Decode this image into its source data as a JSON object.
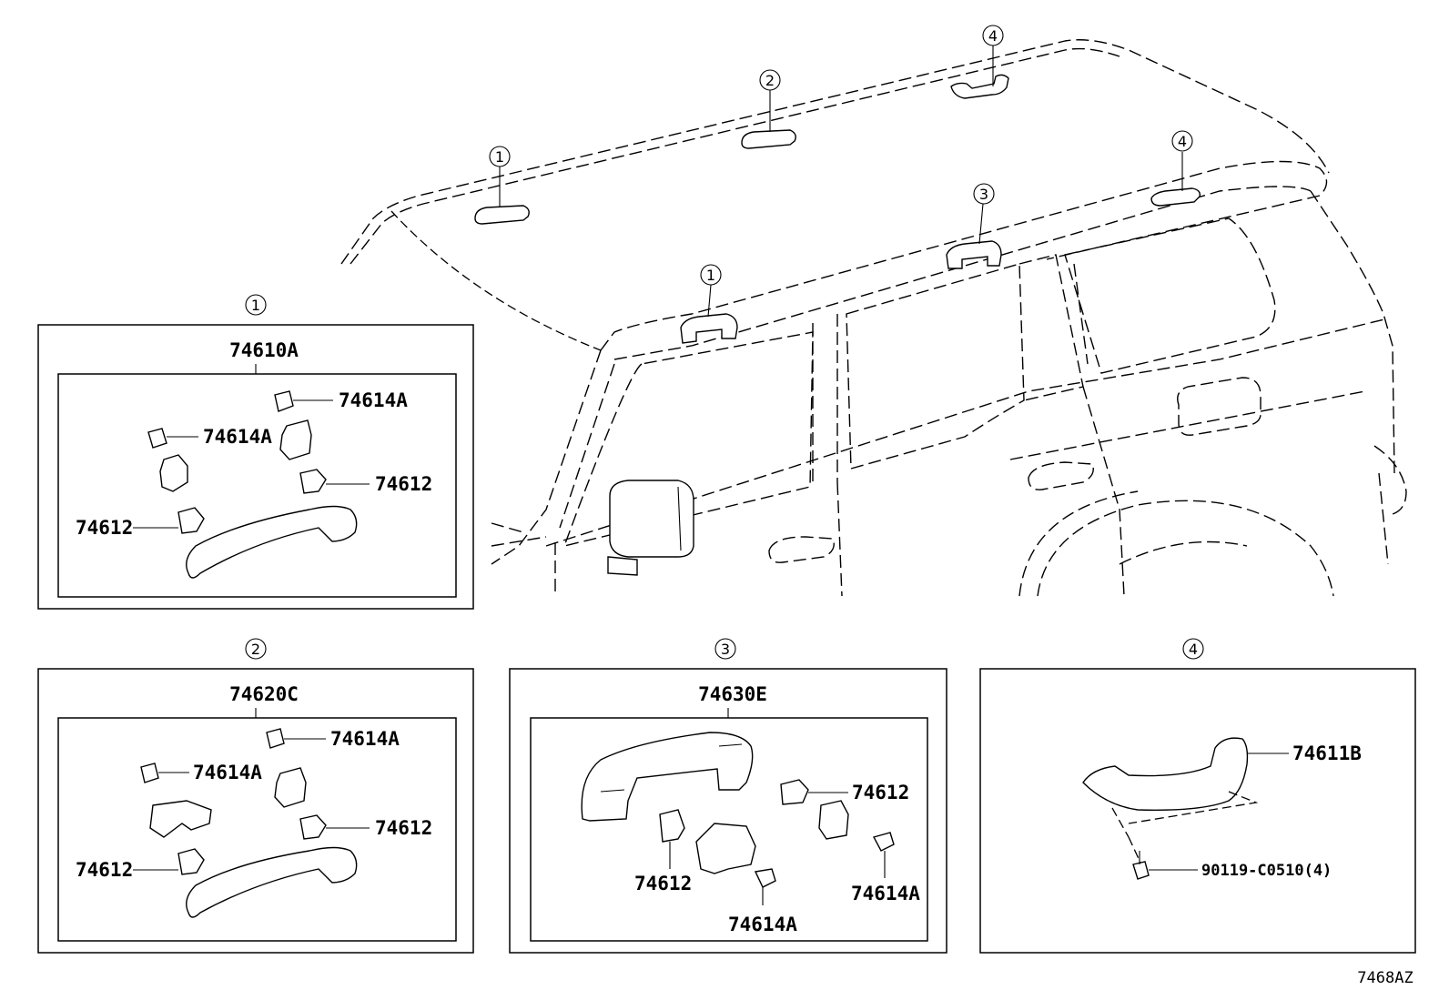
{
  "callouts": {
    "c1": "1",
    "c2": "2",
    "c3": "3",
    "c4": "4"
  },
  "panel1": {
    "assembly": "74610A",
    "clip_a": "74614A",
    "clip_b": "74614A",
    "cap_a": "74612",
    "cap_b": "74612"
  },
  "panel2": {
    "assembly": "74620C",
    "clip_a": "74614A",
    "clip_b": "74614A",
    "cap_a": "74612",
    "cap_b": "74612"
  },
  "panel3": {
    "assembly": "74630E",
    "cap_a": "74612",
    "cap_b": "74612",
    "clip_a": "74614A",
    "clip_b": "74614A"
  },
  "panel4": {
    "grip": "74611B",
    "screw": "90119-C0510(4)"
  },
  "diagram_code": "7468AZ"
}
